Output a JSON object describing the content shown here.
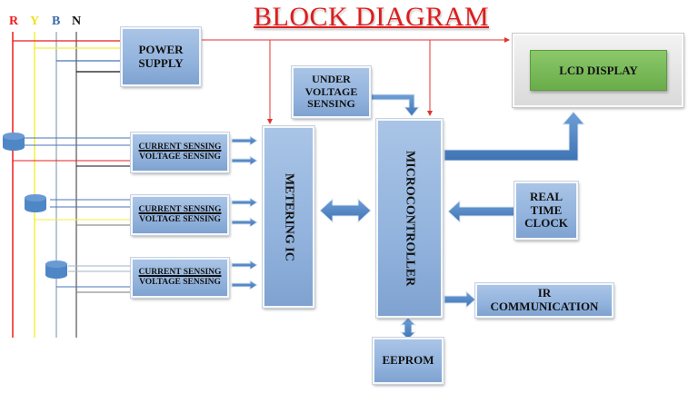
{
  "title": "BLOCK DIAGRAM",
  "phases": {
    "r": "R",
    "y": "Y",
    "b": "B",
    "n": "N"
  },
  "colors": {
    "r": "#ee1c1c",
    "y": "#f5ef3a",
    "b": "#4a76b8",
    "n": "#111111",
    "block": "#95b3dc",
    "lcd": "#78b858",
    "arrow": "#4f86c6",
    "title": "#e01b1b"
  },
  "blocks": {
    "power_supply": "POWER SUPPLY",
    "under_voltage": [
      "UNDER",
      "VOLTAGE",
      "SENSING"
    ],
    "sensing": [
      {
        "current": "CURRENT SENSING",
        "voltage": "VOLTAGE SENSING"
      },
      {
        "current": "CURRENT SENSING",
        "voltage": "VOLTAGE SENSING"
      },
      {
        "current": "CURRENT SENSING",
        "voltage": "VOLTAGE SENSING"
      }
    ],
    "metering_ic": "METERING IC",
    "microcontroller": "MICROCONTROLLER",
    "lcd": "LCD DISPLAY",
    "rtc": [
      "REAL",
      "TIME",
      "CLOCK"
    ],
    "ir": [
      "IR",
      "COMMUNICATION"
    ],
    "eeprom": "EEPROM"
  }
}
